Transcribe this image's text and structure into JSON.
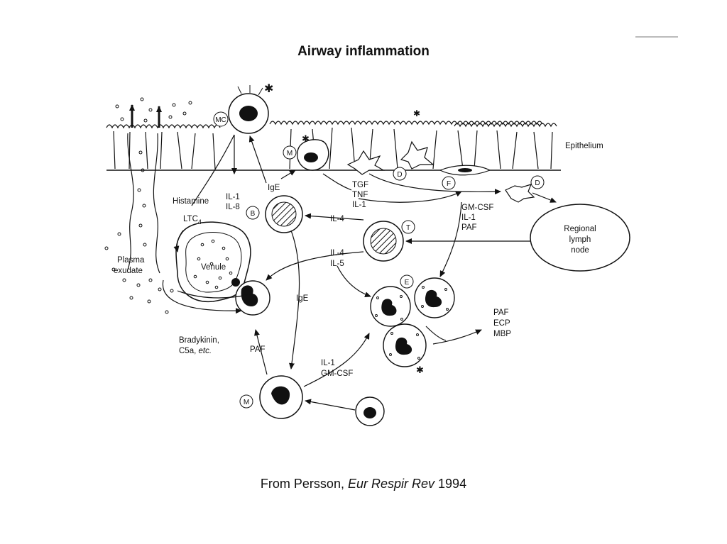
{
  "title": "Airway inflammation",
  "caption": {
    "prefix": "From Persson,",
    "journal": "Eur Respir Rev",
    "year": "1994"
  },
  "labels": {
    "epithelium": "Epithelium",
    "regional_lymph_node_1": "Regional",
    "regional_lymph_node_2": "lymph",
    "regional_lymph_node_3": "node",
    "venule": "Venule",
    "plasma": "Plasma",
    "exudate": "exudate",
    "histamine": "Histamine",
    "ltc4_base": "LTC",
    "ltc4_sub": "4",
    "il1_mc": "IL-1",
    "il8_mc": "IL-8",
    "ige_top": "IgE",
    "ige_mid": "IgE",
    "tgf": "TGF",
    "tnf": "TNF",
    "il1_top": "IL-1",
    "gmcsf_right": "GM-CSF",
    "il1_right": "IL-1",
    "paf_right": "PAF",
    "il4_top": "IL-4",
    "il4_mid": "IL-4",
    "il5_mid": "IL-5",
    "paf_out": "PAF",
    "ecp_out": "ECP",
    "mbp_out": "MBP",
    "bradykinin": "Bradykinin,",
    "c5a_base": "C5a,",
    "c5a_etc": "etc.",
    "paf_left": "PAF",
    "il1_bottom": "IL-1",
    "gmcsf_bottom": "GM-CSF"
  },
  "cell_labels": {
    "mc": "MC",
    "m_top": "M",
    "b": "B",
    "t": "T",
    "d_left": "D",
    "d_right": "D",
    "f": "F",
    "e": "E",
    "m_bottom": "M"
  }
}
